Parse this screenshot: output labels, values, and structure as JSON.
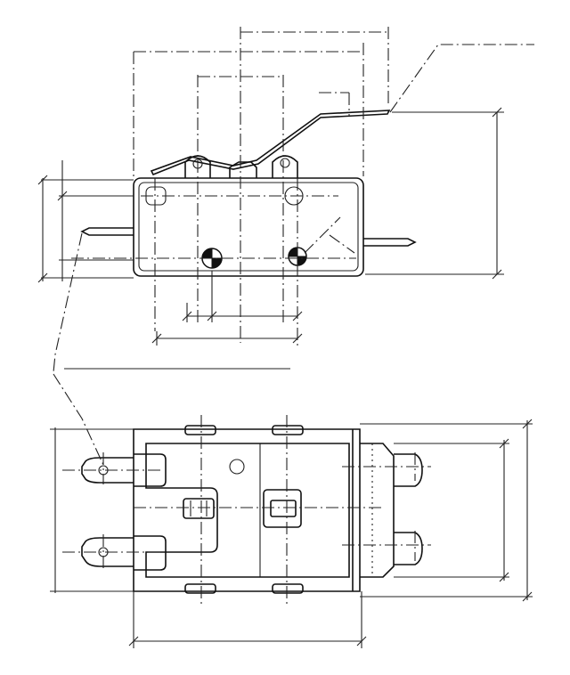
{
  "drawing": {
    "views": [
      "side-elevation",
      "top-plan"
    ],
    "components": [
      "lever",
      "switch-body",
      "mounting-holes",
      "pivot-bosses",
      "quick-connect-terminals",
      "plunger-housing"
    ]
  }
}
